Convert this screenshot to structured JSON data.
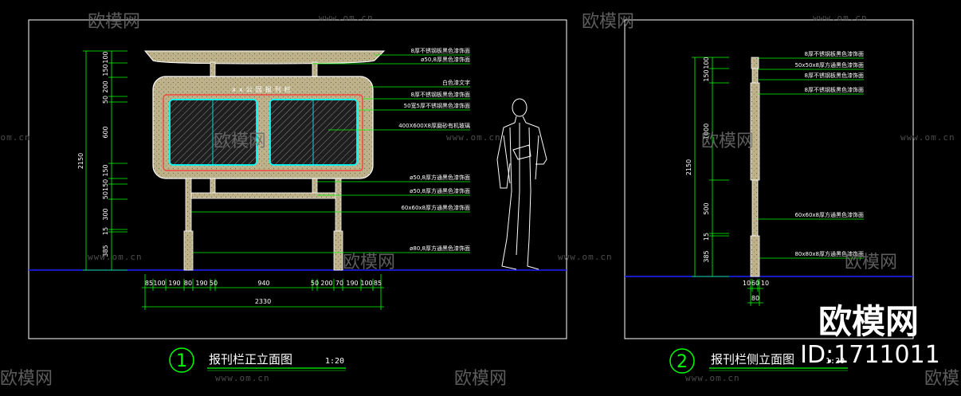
{
  "front_view": {
    "number": "1",
    "title": "报刊栏正立面图",
    "scale": "1:20",
    "header_text": "xx公园报刊栏",
    "callouts": [
      "8厚不锈钢板黑色漆饰面",
      "ø50,8厚黑色漆饰面",
      "白色漆文字",
      "8厚不锈钢板黑色漆饰面",
      "50宽5厚不锈钢黑色漆饰面",
      "400X600X8厚磨砂有机玻璃",
      "ø50,8厚方通黑色漆饰面",
      "ø50,8厚方通黑色漆饰面",
      "60x60x8厚方通黑色漆饰面",
      "ø80,8厚方通黑色漆饰面"
    ],
    "vertical_dims": [
      "100",
      "150",
      "200",
      "50",
      "600",
      "150",
      "50",
      "150",
      "300",
      "15",
      "385"
    ],
    "total_height": "2150",
    "horizontal_dims": [
      "85",
      "100",
      "190",
      "80",
      "190",
      "50",
      "940",
      "50",
      "200",
      "70",
      "190",
      "100",
      "85"
    ],
    "total_width": "2330"
  },
  "side_view": {
    "number": "2",
    "title": "报刊栏侧立面图",
    "scale": "1:20",
    "callouts": [
      "8厚不锈钢板黑色漆饰面",
      "50x50x8厚方通黑色漆饰面",
      "8厚不锈钢板黑色漆饰面",
      "8厚不锈钢板黑色漆饰面",
      "60x60x8厚方通黑色漆饰面",
      "80x80x8厚方通黑色漆饰面"
    ],
    "vertical_dims": [
      "100",
      "150",
      "1000",
      "500",
      "15",
      "385"
    ],
    "total_height": "2150",
    "horizontal_dims": [
      "10",
      "60",
      "10"
    ],
    "total_width": "80"
  },
  "watermark": {
    "brand": "欧模网",
    "url": "www.om.cn",
    "id_text": "ID:1711011"
  },
  "colors": {
    "background": "#000000",
    "line": "#ffffff",
    "dimension": "#00ff00",
    "glass_frame": "#00ffff",
    "inner_frame": "#ff3030",
    "ground": "#2020ff",
    "stone": "#bdb28a"
  }
}
